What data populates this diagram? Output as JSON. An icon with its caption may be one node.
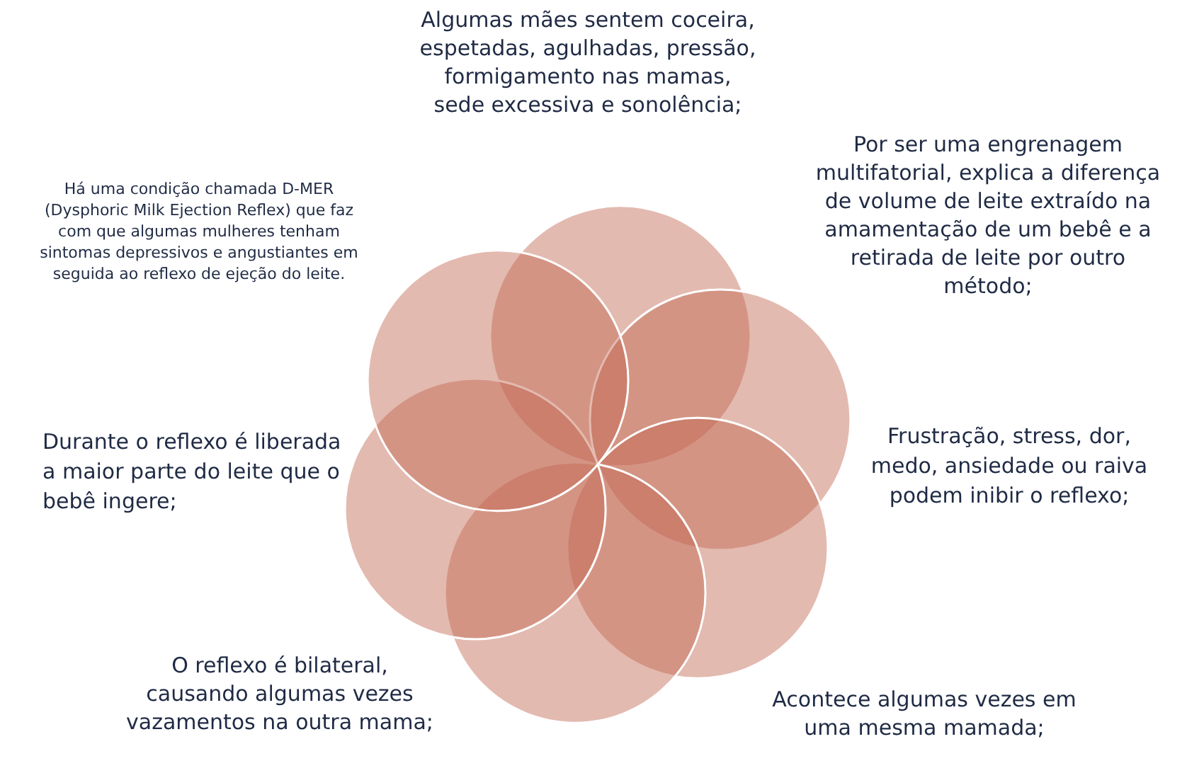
{
  "diagram": {
    "labels": [
      "Algumas mães sentem coceira, espetadas, agulhadas, pressão, formigamento nas mamas, sede excessiva e sonolência;",
      "Há uma condição chamada D-MER (Dysphoric Milk Ejection Reflex) que faz com que algumas mulheres tenham sintomas depressivos e angustiantes em seguida ao reflexo de ejeção do leite.",
      "Por ser uma engrenagem multifatorial, explica a diferença de volume de leite extraído na amamentação de um bebê e a retirada de leite por outro método;",
      "Durante o reflexo é liberada a maior parte do leite que o bebê ingere;",
      "Frustração, stress, dor, medo, ansiedade ou raiva podem inibir o reflexo;",
      "O reflexo é bilateral, causando algumas vezes vazamentos na outra mama;",
      "Acontece algumas vezes em uma mesma mamada;"
    ]
  }
}
